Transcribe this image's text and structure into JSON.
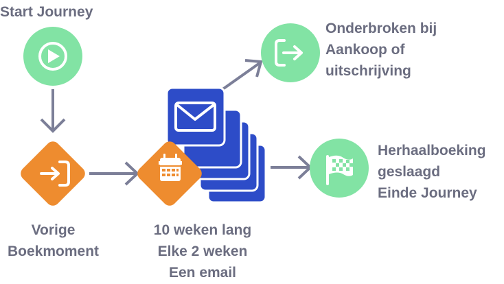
{
  "nodes": {
    "start": {
      "label": "Start Journey"
    },
    "entry": {
      "lines": [
        "Vorige",
        "Boekmoment"
      ]
    },
    "campaign": {
      "lines": [
        "10 weken lang",
        "Elke 2 weken",
        "Een email"
      ]
    },
    "exit": {
      "lines": [
        "Onderbroken bij",
        "Aankoop of",
        "uitschrijving"
      ]
    },
    "finish": {
      "lines": [
        "Herhaalboeking",
        "geslaagd",
        "Einde Journey"
      ]
    }
  },
  "colors": {
    "green": "#82e3a4",
    "orange": "#ee8c2f",
    "blue": "#2d4cc8",
    "arrow": "#7c7f98",
    "text": "#6b6d80"
  },
  "icons": {
    "start": "play-icon",
    "entry": "sign-in-icon",
    "campaign": "calendar-icon",
    "email": "envelope-icon",
    "exit": "sign-out-icon",
    "finish": "checkered-flag-icon"
  }
}
